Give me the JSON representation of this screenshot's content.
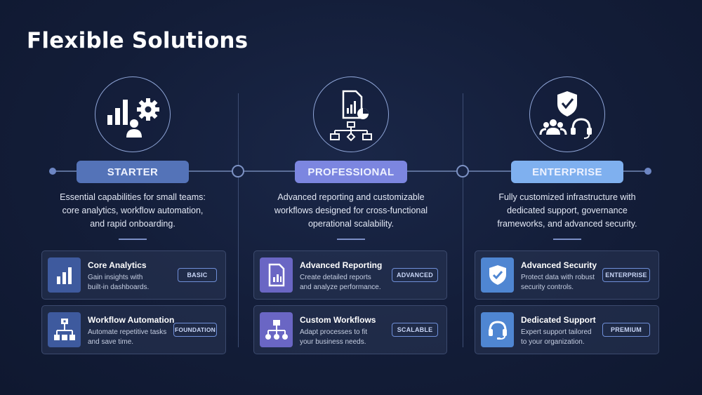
{
  "title": "Flexible Solutions",
  "columns": [
    {
      "tier": "STARTER",
      "tier_color": "#5473b8",
      "icon_color": "#3e5a9e",
      "description": [
        "Essential capabilities for small teams:",
        "core analytics, workflow automation,",
        "and rapid onboarding."
      ],
      "cards": [
        {
          "title": "Core Analytics",
          "desc": [
            "Gain insights with",
            "built-in dashboards."
          ],
          "badge": "BASIC",
          "icon": "bar-chart-icon"
        },
        {
          "title": "Workflow Automation",
          "desc": [
            "Automate repetitive tasks",
            "and save time."
          ],
          "badge": "FOUNDATION",
          "icon": "workflow-tree-icon"
        }
      ]
    },
    {
      "tier": "PROFESSIONAL",
      "tier_color": "#7c86e0",
      "icon_color": "#6a66c4",
      "description": [
        "Advanced reporting and customizable",
        "workflows designed for cross-functional",
        "operational scalability."
      ],
      "cards": [
        {
          "title": "Advanced Reporting",
          "desc": [
            "Create detailed reports",
            "and analyze performance."
          ],
          "badge": "ADVANCED",
          "icon": "report-icon"
        },
        {
          "title": "Custom Workflows",
          "desc": [
            "Adapt processes to fit",
            "your business needs."
          ],
          "badge": "SCALABLE",
          "icon": "custom-workflow-icon"
        }
      ]
    },
    {
      "tier": "ENTERPRISE",
      "tier_color": "#7fb0ef",
      "icon_color": "#4f86d2",
      "description": [
        "Fully customized infrastructure with",
        "dedicated support, governance",
        "frameworks, and advanced security."
      ],
      "cards": [
        {
          "title": "Advanced Security",
          "desc": [
            "Protect data with robust",
            "security controls."
          ],
          "badge": "ENTERPRISE",
          "icon": "shield-check-icon"
        },
        {
          "title": "Dedicated Support",
          "desc": [
            "Expert support tailored",
            "to your organization."
          ],
          "badge": "PREMIUM",
          "icon": "headset-icon"
        }
      ]
    }
  ]
}
